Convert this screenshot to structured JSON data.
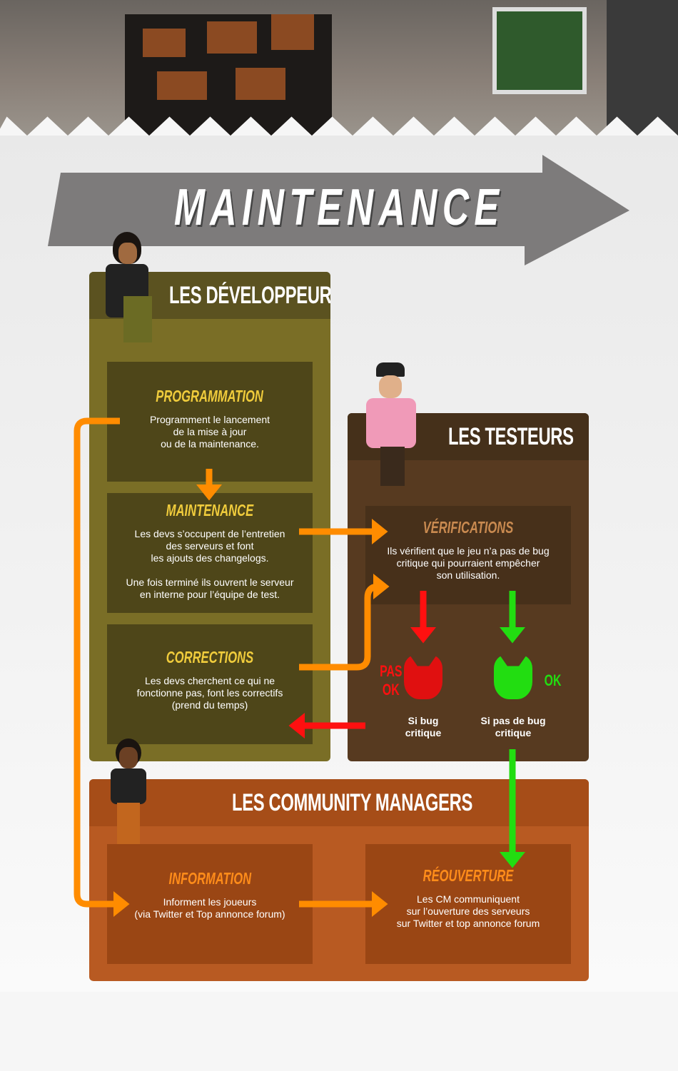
{
  "title": "MAINTENANCE",
  "colors": {
    "arrow_orange": "#ff8c00",
    "arrow_red": "#ff1010",
    "arrow_green": "#22dd11",
    "dev_panel": "#7a6e26",
    "testers_panel": "#573a20",
    "cm_panel": "#b85a22"
  },
  "developers": {
    "heading": "LES DÉVELOPPEURS",
    "steps": [
      {
        "title": "PROGRAMMATION",
        "text": "Programment le lancement\nde la mise à jour\nou de la maintenance."
      },
      {
        "title": "MAINTENANCE",
        "text": "Les devs s’occupent de l’entretien\ndes serveurs et font\nles ajouts des changelogs.\n\nUne fois terminé ils ouvrent le serveur\nen interne pour l’équipe de test."
      },
      {
        "title": "CORRECTIONS",
        "text": "Les devs cherchent ce qui ne\nfonctionne pas, font les correctifs\n(prend du temps)"
      }
    ]
  },
  "testers": {
    "heading": "LES TESTEURS",
    "step": {
      "title": "VÉRIFICATIONS",
      "text": "Ils vérifient que le jeu n’a pas de bug\ncritique qui pourraient empêcher\nson utilisation."
    },
    "fail": {
      "tag": "PAS\nOK",
      "label": "Si bug\ncritique"
    },
    "pass": {
      "tag": "OK",
      "label": "Si pas de bug\ncritique"
    }
  },
  "community_managers": {
    "heading": "LES COMMUNITY MANAGERS",
    "steps": [
      {
        "title": "INFORMATION",
        "text": "Informent les joueurs\n(via Twitter et Top annonce forum)"
      },
      {
        "title": "RÉOUVERTURE",
        "text": "Les CM communiquent\nsur l’ouverture des serveurs\nsur Twitter et top annonce forum"
      }
    ]
  }
}
